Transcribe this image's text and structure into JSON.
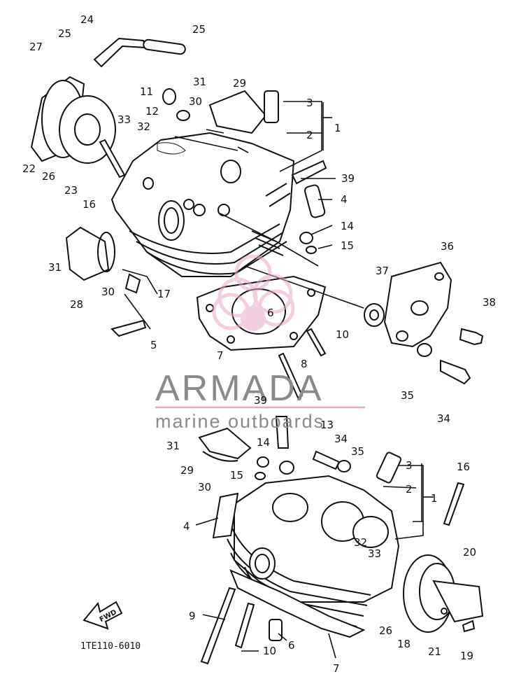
{
  "diagram_code": "1TE110-6010",
  "fwd_label": "FWD",
  "watermark": {
    "brand": "ARMADA",
    "tagline": "marine outboards",
    "brand_color": "#7a7a7a",
    "accent_color": "#e9a7c8"
  },
  "callouts": [
    "1",
    "2",
    "3",
    "4",
    "5",
    "6",
    "7",
    "8",
    "9",
    "10",
    "11",
    "12",
    "13",
    "14",
    "15",
    "16",
    "17",
    "18",
    "19",
    "20",
    "21",
    "22",
    "23",
    "24",
    "25",
    "26",
    "27",
    "28",
    "29",
    "30",
    "31",
    "32",
    "33",
    "34",
    "35",
    "36",
    "37",
    "38",
    "39"
  ]
}
